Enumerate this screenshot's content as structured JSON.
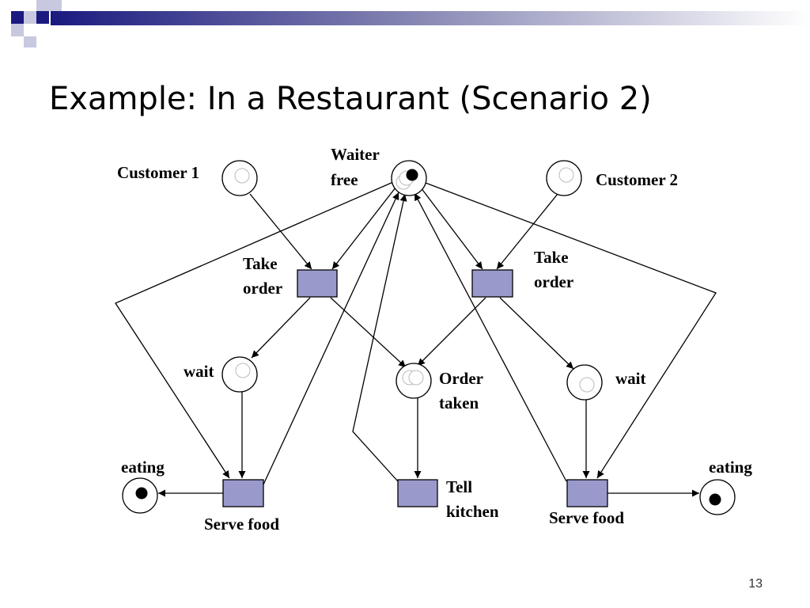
{
  "slide": {
    "title": "Example: In a Restaurant (Scenario 2)",
    "page_number": "13"
  },
  "colors": {
    "transition_fill": "#9999cc",
    "banner_dark": "#1a1a80",
    "token": "#000000"
  },
  "places": {
    "customer1": {
      "label": "Customer 1",
      "tokens": 0
    },
    "waiter_free": {
      "label_line1": "Waiter",
      "label_line2": "free",
      "tokens": 1
    },
    "customer2": {
      "label": "Customer 2",
      "tokens": 0
    },
    "wait_left": {
      "label": "wait",
      "tokens": 0
    },
    "order_taken": {
      "label_line1": "Order",
      "label_line2": "taken",
      "tokens": 0
    },
    "wait_right": {
      "label": "wait",
      "tokens": 0
    },
    "eating_left": {
      "label": "eating",
      "tokens": 1
    },
    "eating_right": {
      "label": "eating",
      "tokens": 1
    }
  },
  "transitions": {
    "take_order_left": {
      "label_line1": "Take",
      "label_line2": "order"
    },
    "take_order_right": {
      "label_line1": "Take",
      "label_line2": "order"
    },
    "serve_food_left": {
      "label": "Serve food"
    },
    "tell_kitchen": {
      "label_line1": "Tell",
      "label_line2": "kitchen"
    },
    "serve_food_right": {
      "label": "Serve food"
    }
  }
}
